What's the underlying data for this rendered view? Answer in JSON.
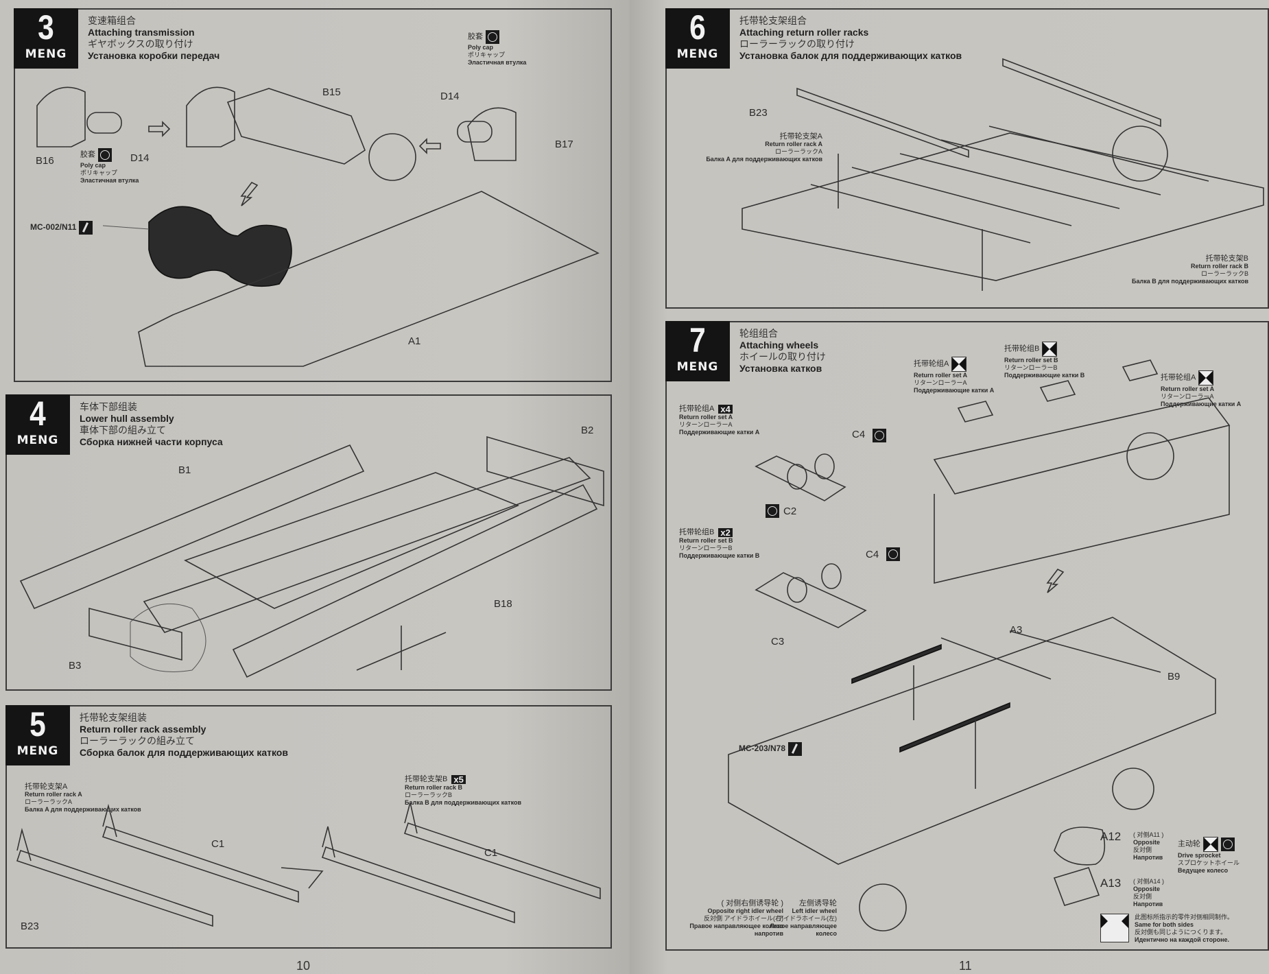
{
  "brand": "MENG",
  "pages": {
    "left_number": "10",
    "right_number": "11"
  },
  "steps": [
    {
      "number": "3",
      "title_cn": "变速箱组合",
      "title_en": "Attaching transmission",
      "title_jp": "ギヤボックスの取り付け",
      "title_ru": "Установка коробки передач",
      "labels": [
        "B15",
        "B16",
        "D14",
        "D14",
        "B17",
        "A1"
      ],
      "poly_cap": {
        "cn": "胶套",
        "en": "Poly cap",
        "jp": "ポリキャップ",
        "ru": "Эластичная втулка"
      },
      "paint_ref": "MC-002/N11"
    },
    {
      "number": "4",
      "title_cn": "车体下部组装",
      "title_en": "Lower hull assembly",
      "title_jp": "車体下部の組み立て",
      "title_ru": "Сборка нижней части корпуса",
      "labels": [
        "B1",
        "B2",
        "B18",
        "B3"
      ]
    },
    {
      "number": "5",
      "title_cn": "托带轮支架组装",
      "title_en": "Return roller rack assembly",
      "title_jp": "ローラーラックの組み立て",
      "title_ru": "Сборка балок для поддерживающих катков",
      "rack_a": {
        "cn": "托带轮支架A",
        "en": "Return roller rack A",
        "jp": "ローラーラックA",
        "ru": "Балка A для поддерживающих катков"
      },
      "rack_b": {
        "cn": "托带轮支架B",
        "en": "Return roller rack B",
        "jp": "ローラーラックB",
        "ru": "Балка B для поддерживающих катков",
        "qty": "x5"
      },
      "labels": [
        "C1",
        "B23",
        "C1"
      ]
    },
    {
      "number": "6",
      "title_cn": "托带轮支架组合",
      "title_en": "Attaching return roller racks",
      "title_jp": "ローラーラックの取り付け",
      "title_ru": "Установка балок для поддерживающих катков",
      "labels": [
        "B23"
      ],
      "rack_a": {
        "cn": "托带轮支架A",
        "en": "Return roller rack A",
        "jp": "ローラーラックA",
        "ru": "Балка A для поддерживающих катков"
      },
      "rack_b": {
        "cn": "托带轮支架B",
        "en": "Return roller rack B",
        "jp": "ローラーラックB",
        "ru": "Балка B для поддерживающих катков"
      }
    },
    {
      "number": "7",
      "title_cn": "轮组组合",
      "title_en": "Attaching wheels",
      "title_jp": "ホイールの取り付け",
      "title_ru": "Установка катков",
      "set_a": {
        "cn": "托带轮组A",
        "en": "Return roller set A",
        "jp": "リターンローラーA",
        "ru": "Поддерживающие катки A",
        "qty": "x4"
      },
      "set_b": {
        "cn": "托带轮组B",
        "en": "Return roller set B",
        "jp": "リターンローラーB",
        "ru": "Поддерживающие катки B",
        "qty": "x2"
      },
      "labels": [
        "C4",
        "C2",
        "C4",
        "C3",
        "A3",
        "B9",
        "A12",
        "A13"
      ],
      "paint_ref": "MC-203/N78",
      "a12_note": {
        "ref": "( 对侧A11 )",
        "en": "Opposite",
        "jp": "反対側",
        "ru": "Напротив"
      },
      "a13_note": {
        "ref": "( 对侧A14 )",
        "en": "Opposite",
        "jp": "反対側",
        "ru": "Напротив"
      },
      "drive_sprocket": {
        "cn": "主动轮",
        "en": "Drive sprocket",
        "jp": "スプロケットホイール",
        "ru": "Ведущее колесо"
      },
      "right_idler": {
        "cn": "( 对侧右侧诱导轮 )",
        "en": "Opposite right idler wheel",
        "jp": "反対側 アイドラホイール(右)",
        "ru1": "Правое направляющее колесо",
        "ru2": "напротив"
      },
      "left_idler": {
        "cn": "左侧诱导轮",
        "en": "Left idler wheel",
        "jp": "アイドラホイール(左)",
        "ru1": "Левое направляющее",
        "ru2": "колесо"
      },
      "same_both_sides": {
        "cn": "此图标所指示的零件对侧相同制作。",
        "en": "Same for both sides",
        "jp": "反対側も同じようにつくります。",
        "ru": "Идентично на каждой стороне."
      }
    }
  ]
}
